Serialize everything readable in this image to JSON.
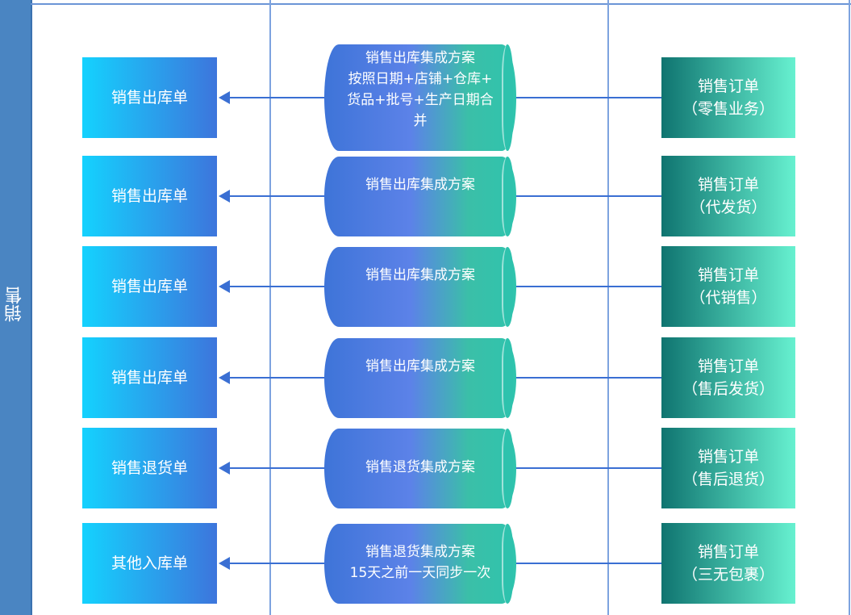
{
  "lane": {
    "label": "销售"
  },
  "colors": {
    "lane_fill": "#4a85c2",
    "arrow": "#3a6fd3",
    "left_gradient": [
      "#14d2fe",
      "#3d75dc"
    ],
    "right_gradient": [
      "#0f7470",
      "#67f1d0"
    ]
  },
  "rows": [
    {
      "left": "销售出库单",
      "center": [
        "销售出库集成方案",
        "按照日期+店铺+仓库+",
        "货品+批号+生产日期合",
        "并"
      ],
      "right": [
        "销售订单",
        "（零售业务）"
      ]
    },
    {
      "left": "销售出库单",
      "center": [
        "销售出库集成方案"
      ],
      "right": [
        "销售订单",
        "（代发货）"
      ]
    },
    {
      "left": "销售出库单",
      "center": [
        "销售出库集成方案"
      ],
      "right": [
        "销售订单",
        "（代销售）"
      ]
    },
    {
      "left": "销售出库单",
      "center": [
        "销售出库集成方案"
      ],
      "right": [
        "销售订单",
        "（售后发货）"
      ]
    },
    {
      "left": "销售退货单",
      "center": [
        "销售退货集成方案"
      ],
      "right": [
        "销售订单",
        "（售后退货）"
      ]
    },
    {
      "left": "其他入库单",
      "center": [
        "销售退货集成方案",
        "15天之前一天同步一次"
      ],
      "right": [
        "销售订单",
        "（三无包裹）"
      ]
    }
  ]
}
